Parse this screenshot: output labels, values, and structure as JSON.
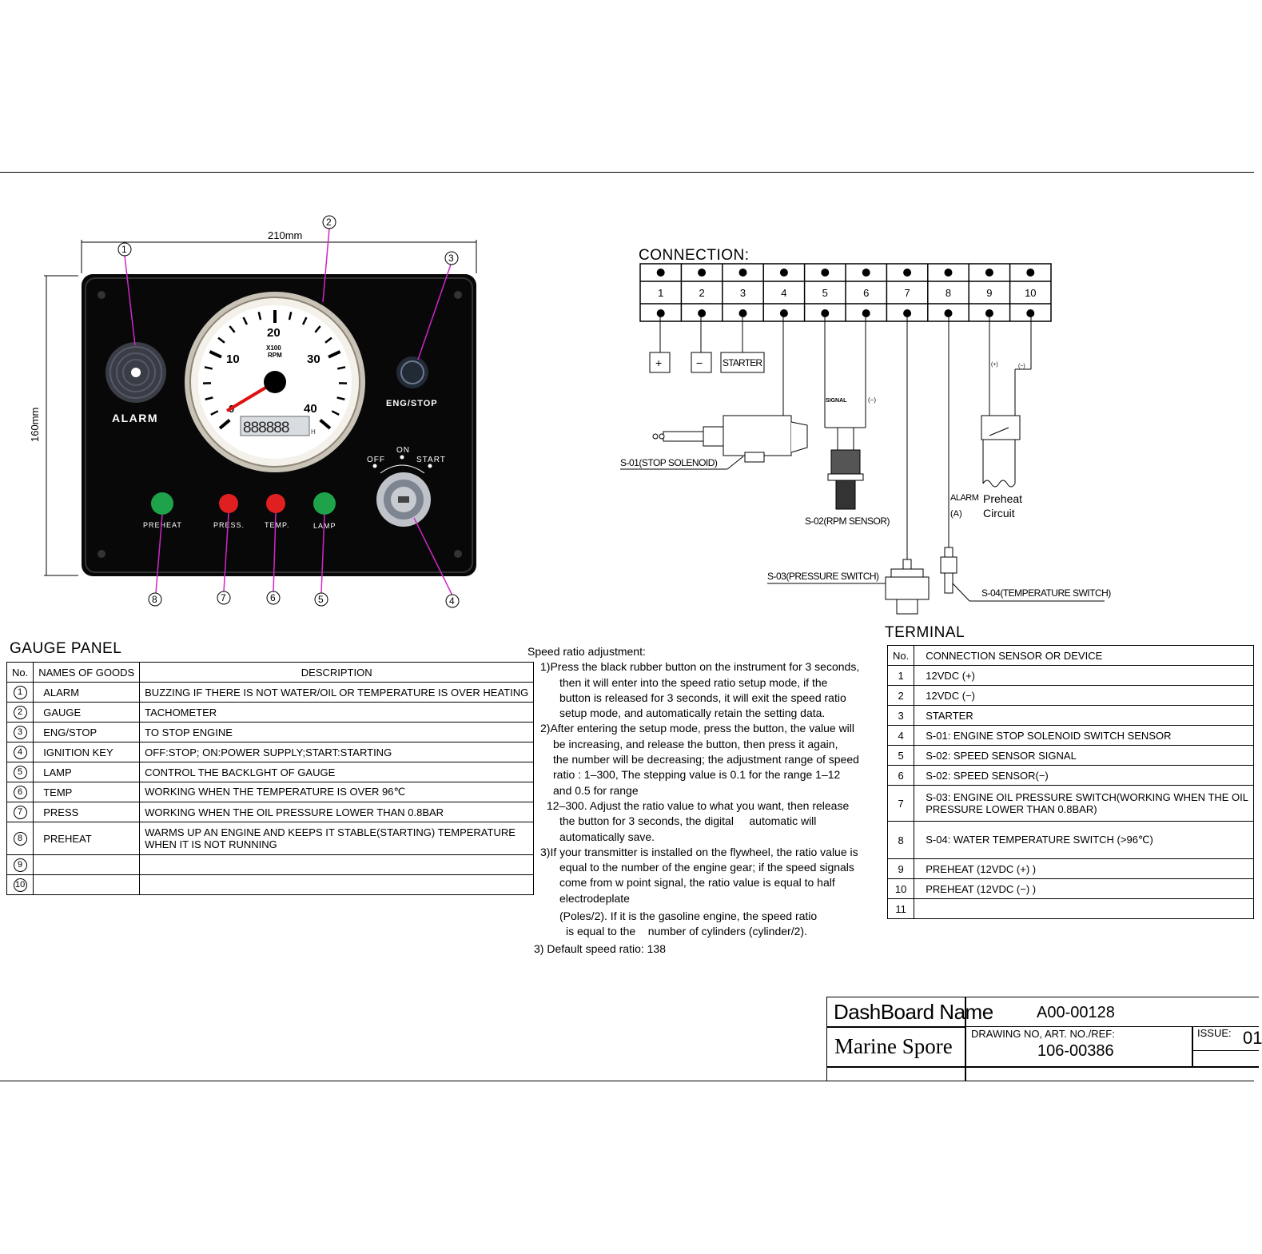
{
  "panel_figure": {
    "width_dim": "210mm",
    "height_dim": "160mm",
    "callouts": [
      "1",
      "2",
      "3",
      "4",
      "5",
      "6",
      "7",
      "8"
    ],
    "alarm_label": "ALARM",
    "tach": {
      "ticks": [
        "0",
        "10",
        "20",
        "30",
        "40"
      ],
      "unit_line1": "X100",
      "unit_line2": "RPM",
      "lcd": "888888",
      "lcd_unit": "H"
    },
    "engstop_label": "ENG/STOP",
    "key_positions": {
      "off": "OFF",
      "on": "ON",
      "start": "START"
    },
    "lamps": [
      {
        "label": "PREHEAT",
        "color": "#1fa34a"
      },
      {
        "label": "PRESS.",
        "color": "#e02020"
      },
      {
        "label": "TEMP.",
        "color": "#e02020"
      },
      {
        "label": "LAMP",
        "color": "#1fa34a"
      }
    ]
  },
  "gauge_panel": {
    "title": "GAUGE PANEL",
    "headers": [
      "No.",
      "NAMES OF GOODS",
      "DESCRIPTION"
    ],
    "rows": [
      {
        "no": "1",
        "name": "ALARM",
        "desc": "BUZZING IF THERE IS NOT WATER/OIL OR TEMPERATURE IS OVER HEATING"
      },
      {
        "no": "2",
        "name": "GAUGE",
        "desc": "TACHOMETER"
      },
      {
        "no": "3",
        "name": "ENG/STOP",
        "desc": "TO STOP ENGINE"
      },
      {
        "no": "4",
        "name": "IGNITION KEY",
        "desc": "OFF:STOP; ON:POWER SUPPLY;START:STARTING"
      },
      {
        "no": "5",
        "name": "LAMP",
        "desc": "CONTROL THE BACKLGHT OF GAUGE"
      },
      {
        "no": "6",
        "name": "TEMP",
        "desc": "WORKING WHEN THE TEMPERATURE IS OVER 96℃"
      },
      {
        "no": "7",
        "name": "PRESS",
        "desc": "WORKING WHEN THE OIL PRESSURE LOWER THAN 0.8BAR"
      },
      {
        "no": "8",
        "name": "PREHEAT",
        "desc": "WARMS UP AN ENGINE AND KEEPS IT STABLE(STARTING) TEMPERATURE",
        "desc2": "WHEN IT IS NOT RUNNING"
      },
      {
        "no": "9",
        "name": "",
        "desc": ""
      },
      {
        "no": "10",
        "name": "",
        "desc": ""
      }
    ]
  },
  "connection": {
    "title": "CONNECTION:",
    "terminals": [
      "1",
      "2",
      "3",
      "4",
      "5",
      "6",
      "7",
      "8",
      "9",
      "10"
    ],
    "plus": "+",
    "minus": "−",
    "starter": "STARTER",
    "stop_solenoid": "S-01(STOP SOLENOID)",
    "signal": "SIGNAL",
    "neg": "(−)",
    "pos_small": "(+)",
    "rpm_sensor": "S-02(RPM SENSOR)",
    "alarm_a_1": "ALARM",
    "alarm_a_2": "(A)",
    "preheat_1": "Preheat",
    "preheat_2": "Circuit",
    "pressure_switch": "S-03(PRESSURE SWITCH)",
    "temp_switch": "S-04(TEMPERATURE SWITCH)"
  },
  "speed_ratio": {
    "title": "Speed ratio adjustment:",
    "lines": [
      "1)Press the black rubber button on the instrument for 3 seconds,",
      "then it will enter into the speed ratio setup mode, if the",
      "button is released for 3 seconds, it will exit the speed ratio",
      "setup mode, and automatically retain the setting data.",
      "2)After entering the setup mode, press the button, the value will",
      "be increasing, and release the button, then press it again,",
      "the number will be decreasing; the adjustment range of speed",
      "ratio : 1–300, The stepping value is 0.1 for  the range 1–12",
      "and 0.5 for range",
      "12–300. Adjust the ratio value to  what you want, then release",
      "the button for 3 seconds, the digital     automatic will",
      "automatically save.",
      "3)If your transmitter is installed on the flywheel, the ratio value is",
      "equal to the number of the engine gear; if the speed signals",
      "come from w point signal, the ratio value is equal to half",
      "electrodeplate",
      "(Poles/2). If it is the gasoline engine, the speed ratio",
      "is equal to the    number of cylinders (cylinder/2).",
      "3) Default speed ratio: 138"
    ]
  },
  "terminal": {
    "title": "TERMINAL",
    "headers": [
      "No.",
      "CONNECTION SENSOR OR DEVICE"
    ],
    "rows": [
      {
        "no": "1",
        "desc": "12VDC (+)"
      },
      {
        "no": "2",
        "desc": "12VDC (−)"
      },
      {
        "no": "3",
        "desc": "STARTER"
      },
      {
        "no": "4",
        "desc": "S-01: ENGINE STOP SOLENOID SWITCH SENSOR"
      },
      {
        "no": "5",
        "desc": "S-02: SPEED SENSOR SIGNAL"
      },
      {
        "no": "6",
        "desc": "S-02: SPEED SENSOR(−)"
      },
      {
        "no": "7",
        "desc": "S-03: ENGINE OIL PRESSURE SWITCH(WORKING WHEN THE OIL",
        "desc2": "PRESSURE LOWER THAN 0.8BAR)"
      },
      {
        "no": "8",
        "desc": "S-04: WATER TEMPERATURE SWITCH  (>96℃)"
      },
      {
        "no": "9",
        "desc": "PREHEAT (12VDC (+) )"
      },
      {
        "no": "10",
        "desc": "PREHEAT (12VDC (−) )"
      },
      {
        "no": "11",
        "desc": ""
      }
    ]
  },
  "title_block": {
    "name_label": "DashBoard Name",
    "name_value": "A00-00128",
    "company": "Marine Spore",
    "drawing_label": "DRAWING NO, ART. NO./REF:",
    "drawing_value": "106-00386",
    "issue_label": "ISSUE:",
    "issue_value": "01"
  }
}
